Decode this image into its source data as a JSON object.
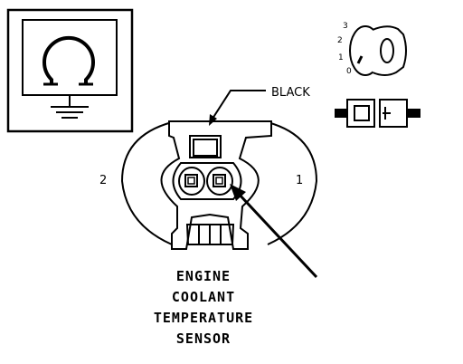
{
  "diagram": {
    "wire_color_label": "BLACK",
    "pin_labels": {
      "left": "2",
      "right": "1"
    },
    "title_lines": [
      "ENGINE",
      "COOLANT",
      "TEMPERATURE",
      "SENSOR"
    ],
    "ignition_key_positions": [
      "3",
      "2",
      "1",
      "0"
    ]
  },
  "icons": {
    "meter_symbol": "ohmmeter-ground-icon",
    "key_symbol": "ignition-key-icon",
    "connector_symbol": "disconnected-connector-icon"
  }
}
